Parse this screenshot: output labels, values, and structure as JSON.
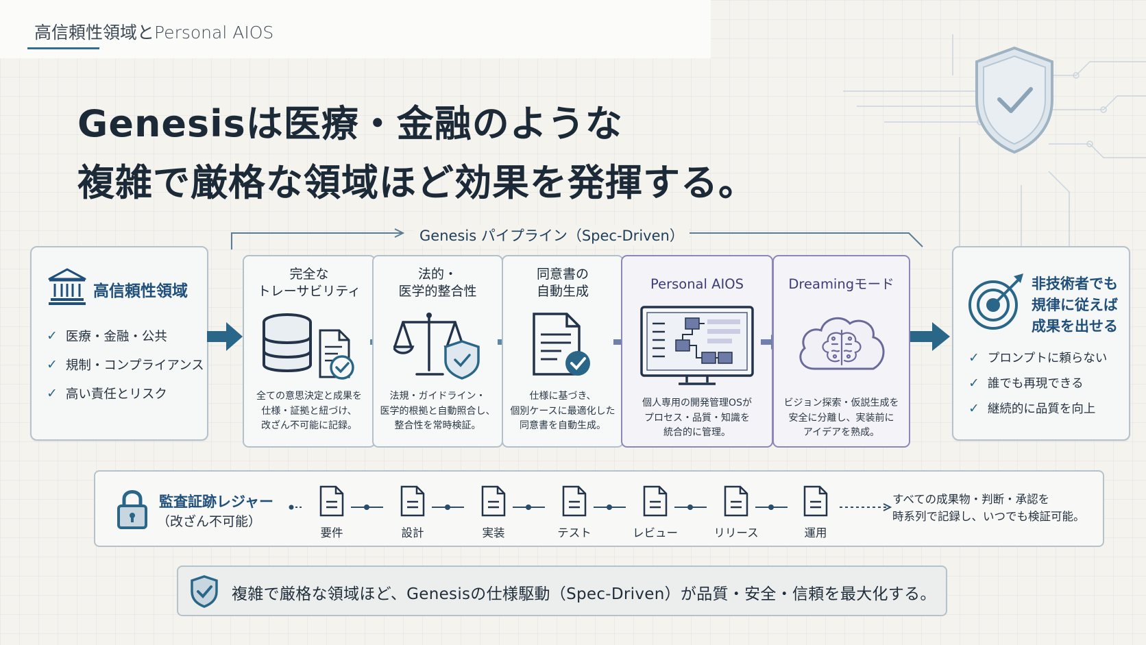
{
  "header": {
    "section_label": "高信頼性領域とPersonal AIOS"
  },
  "title": {
    "line1": "Genesisは医療・金融のような",
    "line2": "複雑で厳格な領域ほど効果を発揮する。"
  },
  "left_card": {
    "heading": "高信頼性領域",
    "items": [
      "医療・金融・公共",
      "規制・コンプライアンス",
      "高い責任とリスク"
    ]
  },
  "pipeline": {
    "label": "Genesis パイプライン（Spec-Driven）",
    "stages": [
      {
        "title": [
          "完全な",
          "トレーサビリティ"
        ],
        "desc": [
          "全ての意思決定と成果を",
          "仕様・証拠と紐づけ、",
          "改ざん不可能に記録。"
        ],
        "icon": "database-document-check-icon"
      },
      {
        "title": [
          "法的・",
          "医学的整合性"
        ],
        "desc": [
          "法規・ガイドライン・",
          "医学的根拠と自動照合し、",
          "整合性を常時検証。"
        ],
        "icon": "scales-shield-icon"
      },
      {
        "title": [
          "同意書の",
          "自動生成"
        ],
        "desc": [
          "仕様に基づき、",
          "個別ケースに最適化した",
          "同意書を自動生成。"
        ],
        "icon": "document-check-icon"
      },
      {
        "title": [
          "Personal AIOS"
        ],
        "desc": [
          "個人専用の開発管理OSが",
          "プロセス・品質・知識を",
          "統合的に管理。"
        ],
        "icon": "monitor-flowchart-icon"
      },
      {
        "title": [
          "Dreamingモード"
        ],
        "desc": [
          "ビジョン探索・仮説生成を",
          "安全に分離し、実装前に",
          "アイデアを熟成。"
        ],
        "icon": "cloud-brain-icon"
      }
    ]
  },
  "right_card": {
    "heading": [
      "非技術者でも",
      "規律に従えば",
      "成果を出せる"
    ],
    "items": [
      "プロンプトに頼らない",
      "誰でも再現できる",
      "継続的に品質を向上"
    ]
  },
  "ledger": {
    "title": "監査証跡レジャー",
    "subtitle": "（改ざん不可能）",
    "steps": [
      "要件",
      "設計",
      "実装",
      "テスト",
      "レビュー",
      "リリース",
      "運用"
    ],
    "note": [
      "すべての成果物・判断・承認を",
      "時系列で記録し、いつでも検証可能。"
    ]
  },
  "banner": {
    "text": "複雑で厳格な領域ほど、Genesisの仕様駆動（Spec-Driven）が品質・安全・信頼を最大化する。"
  },
  "colors": {
    "accent": "#1f4f7a",
    "arrow": "#2a6688",
    "purple": "#5b5a9a",
    "background": "#f4f3ee"
  }
}
